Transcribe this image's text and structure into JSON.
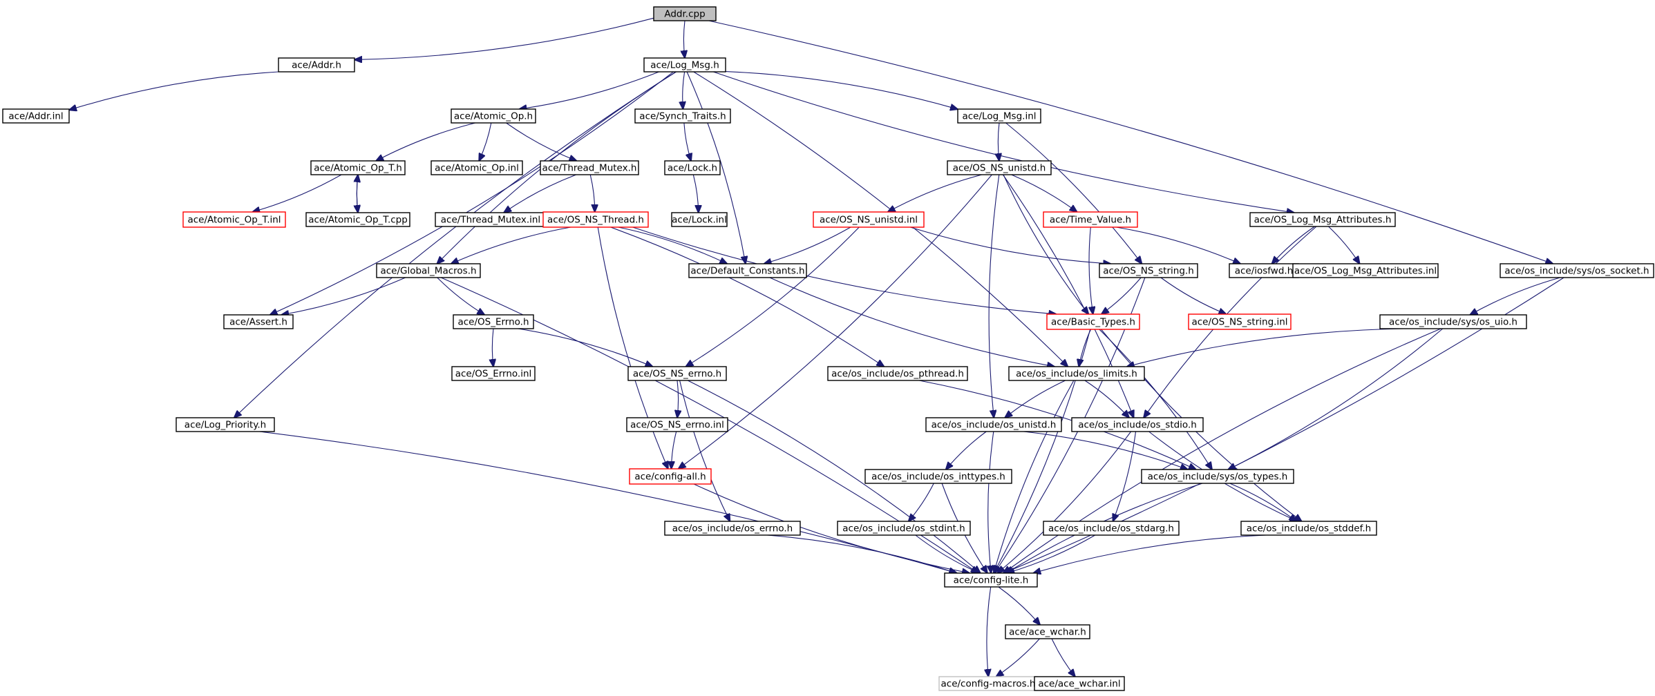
{
  "title": "Addr.cpp",
  "colors": {
    "edge": "#191970",
    "node_border": "#000000",
    "truncated_border": "#ff0000",
    "external_border": "#c0c0c0",
    "root_fill": "#bfbfbf"
  },
  "nodes": [
    {
      "id": "addr_cpp",
      "label": "Addr.cpp",
      "style": "root"
    },
    {
      "id": "addr_h",
      "label": "ace/Addr.h",
      "style": "normal"
    },
    {
      "id": "log_msg_h",
      "label": "ace/Log_Msg.h",
      "style": "normal"
    },
    {
      "id": "addr_inl",
      "label": "ace/Addr.inl",
      "style": "normal"
    },
    {
      "id": "atomic_op_h",
      "label": "ace/Atomic_Op.h",
      "style": "normal"
    },
    {
      "id": "synch_traits_h",
      "label": "ace/Synch_Traits.h",
      "style": "normal"
    },
    {
      "id": "log_msg_inl",
      "label": "ace/Log_Msg.inl",
      "style": "normal"
    },
    {
      "id": "atomic_op_t_h",
      "label": "ace/Atomic_Op_T.h",
      "style": "normal"
    },
    {
      "id": "atomic_op_inl",
      "label": "ace/Atomic_Op.inl",
      "style": "normal"
    },
    {
      "id": "thread_mutex_h",
      "label": "ace/Thread_Mutex.h",
      "style": "normal"
    },
    {
      "id": "lock_h",
      "label": "ace/Lock.h",
      "style": "normal"
    },
    {
      "id": "os_ns_unistd_h",
      "label": "ace/OS_NS_unistd.h",
      "style": "normal"
    },
    {
      "id": "atomic_op_t_inl",
      "label": "ace/Atomic_Op_T.inl",
      "style": "red"
    },
    {
      "id": "atomic_op_t_cpp",
      "label": "ace/Atomic_Op_T.cpp",
      "style": "normal"
    },
    {
      "id": "thread_mutex_inl",
      "label": "ace/Thread_Mutex.inl",
      "style": "normal"
    },
    {
      "id": "os_ns_thread_h",
      "label": "ace/OS_NS_Thread.h",
      "style": "red"
    },
    {
      "id": "lock_inl",
      "label": "ace/Lock.inl",
      "style": "normal"
    },
    {
      "id": "os_ns_unistd_inl",
      "label": "ace/OS_NS_unistd.inl",
      "style": "red"
    },
    {
      "id": "time_value_h",
      "label": "ace/Time_Value.h",
      "style": "red"
    },
    {
      "id": "os_log_msg_attributes_h",
      "label": "ace/OS_Log_Msg_Attributes.h",
      "style": "normal"
    },
    {
      "id": "global_macros_h",
      "label": "ace/Global_Macros.h",
      "style": "normal"
    },
    {
      "id": "default_constants_h",
      "label": "ace/Default_Constants.h",
      "style": "normal"
    },
    {
      "id": "os_ns_string_h",
      "label": "ace/OS_NS_string.h",
      "style": "normal"
    },
    {
      "id": "iosfwd_h",
      "label": "ace/iosfwd.h",
      "style": "normal"
    },
    {
      "id": "os_log_msg_attributes_inl",
      "label": "ace/OS_Log_Msg_Attributes.inl",
      "style": "normal"
    },
    {
      "id": "os_socket_h",
      "label": "ace/os_include/sys/os_socket.h",
      "style": "normal"
    },
    {
      "id": "assert_h",
      "label": "ace/Assert.h",
      "style": "normal"
    },
    {
      "id": "os_errno_h_cap",
      "label": "ace/OS_Errno.h",
      "style": "normal"
    },
    {
      "id": "basic_types_h",
      "label": "ace/Basic_Types.h",
      "style": "red"
    },
    {
      "id": "os_ns_string_inl",
      "label": "ace/OS_NS_string.inl",
      "style": "red"
    },
    {
      "id": "os_uio_h",
      "label": "ace/os_include/sys/os_uio.h",
      "style": "normal"
    },
    {
      "id": "os_errno_inl_cap",
      "label": "ace/OS_Errno.inl",
      "style": "normal"
    },
    {
      "id": "os_ns_errno_h",
      "label": "ace/OS_NS_errno.h",
      "style": "normal"
    },
    {
      "id": "os_pthread_h",
      "label": "ace/os_include/os_pthread.h",
      "style": "normal"
    },
    {
      "id": "os_limits_h",
      "label": "ace/os_include/os_limits.h",
      "style": "normal"
    },
    {
      "id": "log_priority_h",
      "label": "ace/Log_Priority.h",
      "style": "normal"
    },
    {
      "id": "os_ns_errno_inl",
      "label": "ace/OS_NS_errno.inl",
      "style": "normal"
    },
    {
      "id": "os_unistd_h",
      "label": "ace/os_include/os_unistd.h",
      "style": "normal"
    },
    {
      "id": "os_stdio_h",
      "label": "ace/os_include/os_stdio.h",
      "style": "normal"
    },
    {
      "id": "config_all_h",
      "label": "ace/config-all.h",
      "style": "red"
    },
    {
      "id": "os_inttypes_h",
      "label": "ace/os_include/os_inttypes.h",
      "style": "normal"
    },
    {
      "id": "os_types_h",
      "label": "ace/os_include/sys/os_types.h",
      "style": "normal"
    },
    {
      "id": "os_errno_h",
      "label": "ace/os_include/os_errno.h",
      "style": "normal"
    },
    {
      "id": "os_stdint_h",
      "label": "ace/os_include/os_stdint.h",
      "style": "normal"
    },
    {
      "id": "os_stdarg_h",
      "label": "ace/os_include/os_stdarg.h",
      "style": "normal"
    },
    {
      "id": "os_stddef_h",
      "label": "ace/os_include/os_stddef.h",
      "style": "normal"
    },
    {
      "id": "config_lite_h",
      "label": "ace/config-lite.h",
      "style": "normal"
    },
    {
      "id": "ace_wchar_h",
      "label": "ace/ace_wchar.h",
      "style": "normal"
    },
    {
      "id": "config_macros_h",
      "label": "ace/config-macros.h",
      "style": "gray"
    },
    {
      "id": "ace_wchar_inl",
      "label": "ace/ace_wchar.inl",
      "style": "normal"
    }
  ],
  "edges": [
    [
      "addr_cpp",
      "addr_h"
    ],
    [
      "addr_cpp",
      "log_msg_h"
    ],
    [
      "addr_cpp",
      "os_socket_h"
    ],
    [
      "addr_h",
      "addr_inl"
    ],
    [
      "log_msg_h",
      "atomic_op_h"
    ],
    [
      "log_msg_h",
      "synch_traits_h"
    ],
    [
      "log_msg_h",
      "log_msg_inl"
    ],
    [
      "log_msg_h",
      "os_log_msg_attributes_h"
    ],
    [
      "log_msg_h",
      "default_constants_h"
    ],
    [
      "log_msg_h",
      "global_macros_h"
    ],
    [
      "log_msg_h",
      "assert_h"
    ],
    [
      "log_msg_h",
      "log_priority_h"
    ],
    [
      "log_msg_h",
      "os_limits_h"
    ],
    [
      "atomic_op_h",
      "atomic_op_t_h"
    ],
    [
      "atomic_op_h",
      "atomic_op_inl"
    ],
    [
      "atomic_op_h",
      "thread_mutex_h"
    ],
    [
      "atomic_op_t_h",
      "atomic_op_t_inl"
    ],
    [
      "atomic_op_t_h",
      "atomic_op_t_cpp"
    ],
    [
      "atomic_op_t_cpp",
      "atomic_op_t_h"
    ],
    [
      "thread_mutex_h",
      "thread_mutex_inl"
    ],
    [
      "thread_mutex_h",
      "os_ns_thread_h"
    ],
    [
      "synch_traits_h",
      "lock_h"
    ],
    [
      "lock_h",
      "lock_inl"
    ],
    [
      "log_msg_inl",
      "os_ns_unistd_h"
    ],
    [
      "log_msg_inl",
      "os_ns_string_h"
    ],
    [
      "os_ns_unistd_h",
      "os_ns_unistd_inl"
    ],
    [
      "os_ns_unistd_h",
      "time_value_h"
    ],
    [
      "os_ns_unistd_h",
      "basic_types_h"
    ],
    [
      "os_ns_unistd_h",
      "config_all_h"
    ],
    [
      "os_ns_unistd_h",
      "os_unistd_h"
    ],
    [
      "os_ns_unistd_h",
      "os_stdio_h"
    ],
    [
      "os_ns_thread_h",
      "global_macros_h"
    ],
    [
      "os_ns_thread_h",
      "default_constants_h"
    ],
    [
      "os_ns_thread_h",
      "basic_types_h"
    ],
    [
      "os_ns_thread_h",
      "os_pthread_h"
    ],
    [
      "os_ns_thread_h",
      "config_all_h"
    ],
    [
      "os_ns_unistd_inl",
      "default_constants_h"
    ],
    [
      "os_ns_unistd_inl",
      "os_ns_string_h"
    ],
    [
      "os_ns_unistd_inl",
      "os_ns_errno_h"
    ],
    [
      "time_value_h",
      "basic_types_h"
    ],
    [
      "time_value_h",
      "iosfwd_h"
    ],
    [
      "os_log_msg_attributes_h",
      "iosfwd_h"
    ],
    [
      "os_log_msg_attributes_h",
      "os_log_msg_attributes_inl"
    ],
    [
      "os_log_msg_attributes_h",
      "os_stdio_h"
    ],
    [
      "global_macros_h",
      "assert_h"
    ],
    [
      "global_macros_h",
      "os_errno_h_cap"
    ],
    [
      "global_macros_h",
      "config_lite_h"
    ],
    [
      "default_constants_h",
      "os_limits_h"
    ],
    [
      "os_ns_string_h",
      "basic_types_h"
    ],
    [
      "os_ns_string_h",
      "os_ns_string_inl"
    ],
    [
      "os_ns_string_h",
      "config_lite_h"
    ],
    [
      "os_socket_h",
      "os_uio_h"
    ],
    [
      "os_socket_h",
      "config_lite_h"
    ],
    [
      "os_errno_h_cap",
      "os_errno_inl_cap"
    ],
    [
      "os_errno_h_cap",
      "os_ns_errno_h"
    ],
    [
      "basic_types_h",
      "os_limits_h"
    ],
    [
      "basic_types_h",
      "os_types_h"
    ],
    [
      "basic_types_h",
      "os_stddef_h"
    ],
    [
      "basic_types_h",
      "config_lite_h"
    ],
    [
      "os_uio_h",
      "os_limits_h"
    ],
    [
      "os_uio_h",
      "os_types_h"
    ],
    [
      "os_uio_h",
      "config_lite_h"
    ],
    [
      "os_ns_errno_h",
      "os_ns_errno_inl"
    ],
    [
      "os_ns_errno_h",
      "os_errno_h"
    ],
    [
      "os_ns_errno_h",
      "config_lite_h"
    ],
    [
      "os_ns_errno_inl",
      "config_all_h"
    ],
    [
      "os_pthread_h",
      "os_types_h"
    ],
    [
      "os_limits_h",
      "os_unistd_h"
    ],
    [
      "os_limits_h",
      "os_stdio_h"
    ],
    [
      "os_limits_h",
      "config_lite_h"
    ],
    [
      "log_priority_h",
      "config_lite_h"
    ],
    [
      "os_unistd_h",
      "os_inttypes_h"
    ],
    [
      "os_unistd_h",
      "os_types_h"
    ],
    [
      "os_unistd_h",
      "config_lite_h"
    ],
    [
      "os_stdio_h",
      "os_stdarg_h"
    ],
    [
      "os_stdio_h",
      "os_stddef_h"
    ],
    [
      "os_stdio_h",
      "config_lite_h"
    ],
    [
      "config_all_h",
      "config_lite_h"
    ],
    [
      "os_inttypes_h",
      "os_stdint_h"
    ],
    [
      "os_inttypes_h",
      "config_lite_h"
    ],
    [
      "os_types_h",
      "os_stddef_h"
    ],
    [
      "os_types_h",
      "config_lite_h"
    ],
    [
      "os_errno_h",
      "config_lite_h"
    ],
    [
      "os_stdint_h",
      "config_lite_h"
    ],
    [
      "os_stdarg_h",
      "config_lite_h"
    ],
    [
      "os_stddef_h",
      "config_lite_h"
    ],
    [
      "config_lite_h",
      "ace_wchar_h"
    ],
    [
      "config_lite_h",
      "config_macros_h"
    ],
    [
      "ace_wchar_h",
      "config_macros_h"
    ],
    [
      "ace_wchar_h",
      "ace_wchar_inl"
    ]
  ]
}
